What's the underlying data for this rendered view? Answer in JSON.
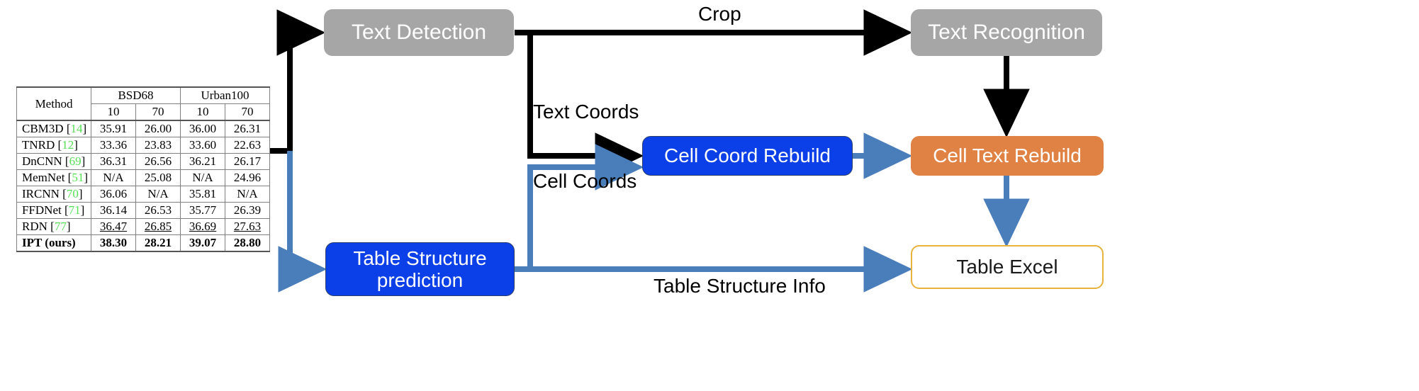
{
  "diagram": {
    "title": "Table recognition pipeline",
    "colors": {
      "gray_node": "#a6a6a6",
      "blue_node": "#0b3fe8",
      "orange_node": "#df8244",
      "excel_border": "#e8b23c",
      "black_arrow": "#000000",
      "blue_arrow": "#4a7ebb",
      "reference_green": "#55e055"
    },
    "nodes": [
      {
        "id": "text-detection",
        "label": "Text Detection",
        "style": "gray"
      },
      {
        "id": "text-recognition",
        "label": "Text Recognition",
        "style": "gray"
      },
      {
        "id": "cell-coord",
        "label": "Cell Coord Rebuild",
        "style": "blue"
      },
      {
        "id": "cell-text",
        "label": "Cell Text Rebuild",
        "style": "orange"
      },
      {
        "id": "table-struct",
        "label": "Table Structure\nprediction",
        "style": "blue"
      },
      {
        "id": "table-excel",
        "label": "Table Excel",
        "style": "outline"
      }
    ],
    "edge_labels": {
      "crop": "Crop",
      "text_coords": "Text Coords",
      "cell_coords": "Cell Coords",
      "table_structure_info": "Table Structure Info"
    }
  },
  "chart_data": {
    "type": "table",
    "title": "Method comparison table (input image)",
    "group_headers": [
      {
        "label": "Method",
        "span": 1
      },
      {
        "label": "BSD68",
        "span": 2
      },
      {
        "label": "Urban100",
        "span": 2
      }
    ],
    "columns": [
      "Method",
      "BSD68 10",
      "BSD68 70",
      "Urban100 10",
      "Urban100 70"
    ],
    "subheaders": [
      "10",
      "70",
      "10",
      "70"
    ],
    "rows": [
      {
        "method": "CBM3D",
        "ref": "14",
        "values": [
          "35.91",
          "26.00",
          "36.00",
          "26.31"
        ],
        "style": "normal"
      },
      {
        "method": "TNRD",
        "ref": "12",
        "values": [
          "33.36",
          "23.83",
          "33.60",
          "22.63"
        ],
        "style": "normal"
      },
      {
        "method": "DnCNN",
        "ref": "69",
        "values": [
          "36.31",
          "26.56",
          "36.21",
          "26.17"
        ],
        "style": "normal"
      },
      {
        "method": "MemNet",
        "ref": "51",
        "values": [
          "N/A",
          "25.08",
          "N/A",
          "24.96"
        ],
        "style": "normal"
      },
      {
        "method": "IRCNN",
        "ref": "70",
        "values": [
          "36.06",
          "N/A",
          "35.81",
          "N/A"
        ],
        "style": "normal"
      },
      {
        "method": "FFDNet",
        "ref": "71",
        "values": [
          "36.14",
          "26.53",
          "35.77",
          "26.39"
        ],
        "style": "normal"
      },
      {
        "method": "RDN",
        "ref": "77",
        "values": [
          "36.47",
          "26.85",
          "36.69",
          "27.63"
        ],
        "style": "underline"
      },
      {
        "method": "IPT (ours)",
        "ref": "",
        "values": [
          "38.30",
          "28.21",
          "39.07",
          "28.80"
        ],
        "style": "bold"
      }
    ]
  }
}
